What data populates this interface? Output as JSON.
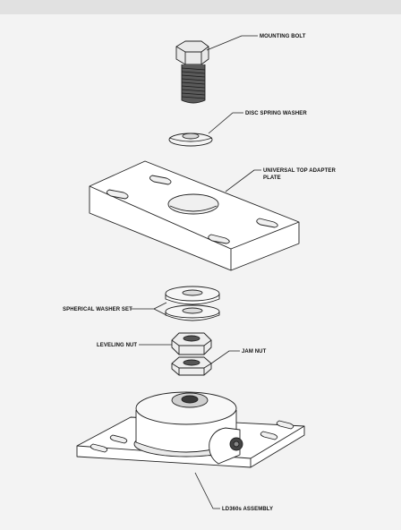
{
  "labels": {
    "mounting_bolt": "MOUNTING BOLT",
    "disc_spring_washer": "DISC SPRING WASHER",
    "top_plate_line1": "UNIVERSAL TOP ADAPTER",
    "top_plate_line2": "PLATE",
    "spherical_washer": "SPHERICAL WASHER SET",
    "leveling_nut": "LEVELING NUT",
    "jam_nut": "JAM NUT",
    "assembly": "LD360s ASSEMBLY"
  }
}
